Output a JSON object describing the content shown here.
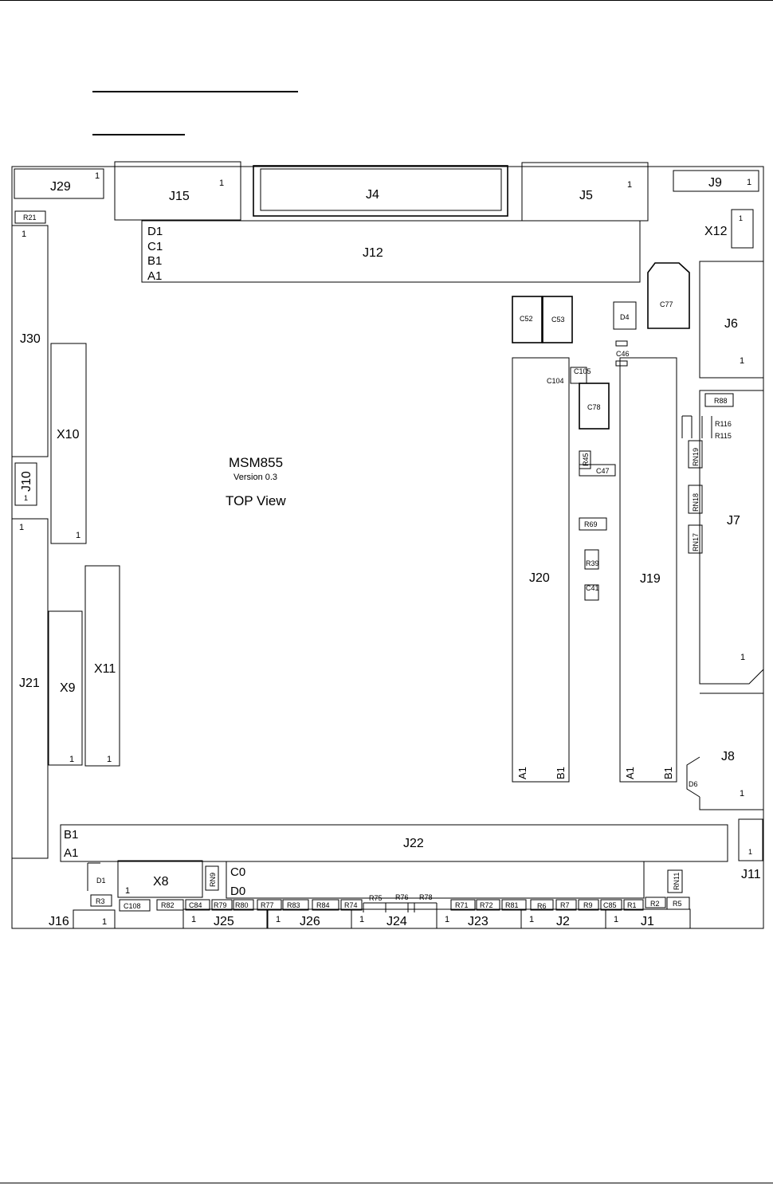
{
  "page": {
    "headings": [
      "",
      ""
    ]
  },
  "board": {
    "name": "MSM855",
    "version": "Version 0.3",
    "view": "TOP View"
  },
  "labels": [
    {
      "id": "J29",
      "t": "J29",
      "s": 16
    },
    {
      "id": "J29p",
      "t": "1",
      "s": 11
    },
    {
      "id": "J15",
      "t": "J15",
      "s": 16
    },
    {
      "id": "J15p",
      "t": "1",
      "s": 11
    },
    {
      "id": "J4",
      "t": "J4",
      "s": 16
    },
    {
      "id": "J5",
      "t": "J5",
      "s": 16
    },
    {
      "id": "J5p",
      "t": "1",
      "s": 11
    },
    {
      "id": "J9",
      "t": "J9",
      "s": 16
    },
    {
      "id": "J9p",
      "t": "1",
      "s": 11
    },
    {
      "id": "R21",
      "t": "R21",
      "s": 9
    },
    {
      "id": "J12a",
      "t": "D1",
      "s": 15
    },
    {
      "id": "J12b",
      "t": "C1",
      "s": 15
    },
    {
      "id": "J12c",
      "t": "B1",
      "s": 15
    },
    {
      "id": "J12d",
      "t": "A1",
      "s": 15
    },
    {
      "id": "J12",
      "t": "J12",
      "s": 16
    },
    {
      "id": "X12",
      "t": "X12",
      "s": 16
    },
    {
      "id": "X12p",
      "t": "1",
      "s": 9
    },
    {
      "id": "J30p",
      "t": "1",
      "s": 11
    },
    {
      "id": "J30",
      "t": "J30",
      "s": 16
    },
    {
      "id": "X10",
      "t": "X10",
      "s": 16
    },
    {
      "id": "X10p",
      "t": "1",
      "s": 11
    },
    {
      "id": "J10",
      "t": "J10",
      "s": 16
    },
    {
      "id": "J10p",
      "t": "1",
      "s": 9
    },
    {
      "id": "C77",
      "t": "C77",
      "s": 9
    },
    {
      "id": "C52",
      "t": "C52",
      "s": 9
    },
    {
      "id": "C53",
      "t": "C53",
      "s": 9
    },
    {
      "id": "D4",
      "t": "D4",
      "s": 9
    },
    {
      "id": "C46",
      "t": "C46",
      "s": 9
    },
    {
      "id": "J6",
      "t": "J6",
      "s": 16
    },
    {
      "id": "J6p",
      "t": "1",
      "s": 11
    },
    {
      "id": "C105",
      "t": "C105",
      "s": 9
    },
    {
      "id": "C104",
      "t": "C104",
      "s": 9
    },
    {
      "id": "C78",
      "t": "C78",
      "s": 9
    },
    {
      "id": "R88",
      "t": "R88",
      "s": 9
    },
    {
      "id": "R116",
      "t": "R116",
      "s": 9
    },
    {
      "id": "R115",
      "t": "R115",
      "s": 9
    },
    {
      "id": "RN19",
      "t": "RN19",
      "s": 9
    },
    {
      "id": "RN18",
      "t": "RN18",
      "s": 9
    },
    {
      "id": "RN17",
      "t": "RN17",
      "s": 9
    },
    {
      "id": "R45",
      "t": "R45",
      "s": 9
    },
    {
      "id": "C47",
      "t": "C47",
      "s": 9
    },
    {
      "id": "R69",
      "t": "R69",
      "s": 9
    },
    {
      "id": "R39",
      "t": "R39",
      "s": 9
    },
    {
      "id": "C41",
      "t": "C41",
      "s": 9
    },
    {
      "id": "J7",
      "t": "J7",
      "s": 16
    },
    {
      "id": "J7p",
      "t": "1",
      "s": 11
    },
    {
      "id": "J20",
      "t": "J20",
      "s": 16
    },
    {
      "id": "J19",
      "t": "J19",
      "s": 16
    },
    {
      "id": "J20a",
      "t": "A1",
      "s": 13
    },
    {
      "id": "J20b",
      "t": "B1",
      "s": 13
    },
    {
      "id": "J19a",
      "t": "A1",
      "s": 13
    },
    {
      "id": "J19b",
      "t": "B1",
      "s": 13
    },
    {
      "id": "J21p",
      "t": "1",
      "s": 11
    },
    {
      "id": "J21",
      "t": "J21",
      "s": 16
    },
    {
      "id": "X9",
      "t": "X9",
      "s": 16
    },
    {
      "id": "X9p",
      "t": "1",
      "s": 11
    },
    {
      "id": "X11",
      "t": "X11",
      "s": 16
    },
    {
      "id": "X11p",
      "t": "1",
      "s": 11
    },
    {
      "id": "J8",
      "t": "J8",
      "s": 16
    },
    {
      "id": "J8p",
      "t": "1",
      "s": 11
    },
    {
      "id": "D6",
      "t": "D6",
      "s": 9
    },
    {
      "id": "J22b",
      "t": "B1",
      "s": 15
    },
    {
      "id": "J22a",
      "t": "A1",
      "s": 15
    },
    {
      "id": "J22",
      "t": "J22",
      "s": 16
    },
    {
      "id": "J11",
      "t": "J11",
      "s": 16
    },
    {
      "id": "J11p",
      "t": "1",
      "s": 9
    },
    {
      "id": "D1",
      "t": "D1",
      "s": 9
    },
    {
      "id": "X8",
      "t": "X8",
      "s": 16
    },
    {
      "id": "X8p",
      "t": "1",
      "s": 11
    },
    {
      "id": "RN9",
      "t": "RN9",
      "s": 9
    },
    {
      "id": "C0",
      "t": "C0",
      "s": 15
    },
    {
      "id": "D0",
      "t": "D0",
      "s": 15
    },
    {
      "id": "RN11",
      "t": "RN11",
      "s": 9
    },
    {
      "id": "R3",
      "t": "R3",
      "s": 9
    },
    {
      "id": "C108",
      "t": "C108",
      "s": 9
    },
    {
      "id": "R82",
      "t": "R82",
      "s": 9
    },
    {
      "id": "C84",
      "t": "C84",
      "s": 9
    },
    {
      "id": "R79",
      "t": "R79",
      "s": 9
    },
    {
      "id": "R80",
      "t": "R80",
      "s": 9
    },
    {
      "id": "R77",
      "t": "R77",
      "s": 9
    },
    {
      "id": "R83",
      "t": "R83",
      "s": 9
    },
    {
      "id": "R84",
      "t": "R84",
      "s": 9
    },
    {
      "id": "R74",
      "t": "R74",
      "s": 9
    },
    {
      "id": "R75",
      "t": "R75",
      "s": 9
    },
    {
      "id": "R76",
      "t": "R76",
      "s": 9
    },
    {
      "id": "R78",
      "t": "R78",
      "s": 9
    },
    {
      "id": "R71",
      "t": "R71",
      "s": 9
    },
    {
      "id": "R72",
      "t": "R72",
      "s": 9
    },
    {
      "id": "R81",
      "t": "R81",
      "s": 9
    },
    {
      "id": "R6",
      "t": "R6",
      "s": 9
    },
    {
      "id": "R7",
      "t": "R7",
      "s": 9
    },
    {
      "id": "R9",
      "t": "R9",
      "s": 9
    },
    {
      "id": "C85",
      "t": "C85",
      "s": 9
    },
    {
      "id": "R1",
      "t": "R1",
      "s": 9
    },
    {
      "id": "R2",
      "t": "R2",
      "s": 9
    },
    {
      "id": "R5",
      "t": "R5",
      "s": 9
    },
    {
      "id": "J16",
      "t": "J16",
      "s": 16
    },
    {
      "id": "J16p",
      "t": "1",
      "s": 11
    },
    {
      "id": "J25p",
      "t": "1",
      "s": 11
    },
    {
      "id": "J25",
      "t": "J25",
      "s": 16
    },
    {
      "id": "J26p",
      "t": "1",
      "s": 11
    },
    {
      "id": "J26",
      "t": "J26",
      "s": 16
    },
    {
      "id": "J24p",
      "t": "1",
      "s": 11
    },
    {
      "id": "J24",
      "t": "J24",
      "s": 16
    },
    {
      "id": "J23p",
      "t": "1",
      "s": 11
    },
    {
      "id": "J23",
      "t": "J23",
      "s": 16
    },
    {
      "id": "J2p",
      "t": "1",
      "s": 11
    },
    {
      "id": "J2",
      "t": "J2",
      "s": 16
    },
    {
      "id": "J1p",
      "t": "1",
      "s": 11
    },
    {
      "id": "J1",
      "t": "J1",
      "s": 16
    }
  ]
}
